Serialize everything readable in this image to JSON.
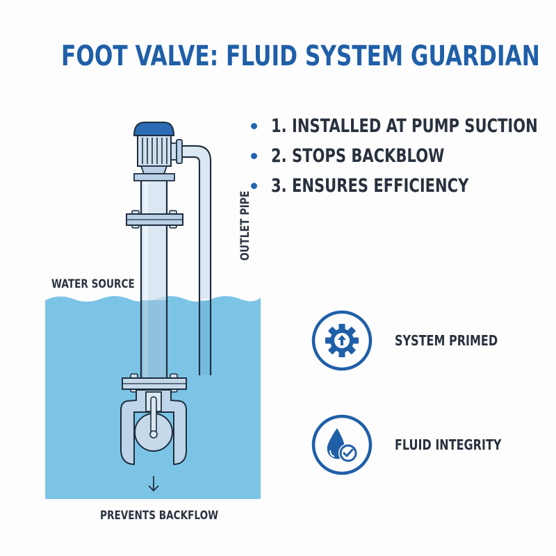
{
  "title": "FOOT VALVE: FLUID SYSTEM GUARDIAN",
  "bullets": [
    {
      "text": "1. INSTALLED AT PUMP SUCTION"
    },
    {
      "text": "2. STOPS BACKBLOW"
    },
    {
      "text": "3. ENSURES EFFICIENCY"
    }
  ],
  "diagram": {
    "labels": {
      "water_source": "WATER SOURCE",
      "outlet_pipe": "OUTLET PIPE",
      "prevents_backflow": "PREVENTS BACKFLOW"
    },
    "icons": {
      "pump_motor": "pump-motor-icon",
      "suction_pipe": "suction-pipe-icon",
      "outlet_pipe": "outlet-pipe-icon",
      "foot_valve": "foot-valve-icon",
      "flow_arrow": "arrow-down-icon"
    }
  },
  "features": [
    {
      "label": "SYSTEM PRIMED",
      "icon": "gear-arrow-up-icon"
    },
    {
      "label": "FLUID INTEGRITY",
      "icon": "droplet-check-icon"
    }
  ],
  "colors": {
    "title_blue": "#1f5fa8",
    "text_dark": "#28313d",
    "water": "#7cc4e6",
    "pipe_fill": "#cfe0ef",
    "outline": "#1e2d3d",
    "motor_cap": "#2c6cb4"
  }
}
